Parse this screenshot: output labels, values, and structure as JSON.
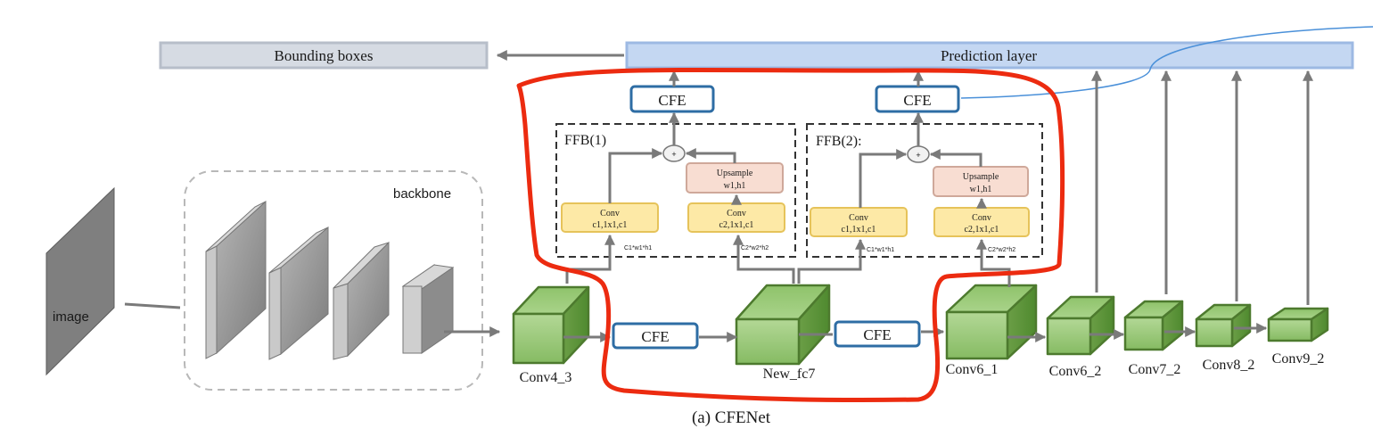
{
  "caption": "(a) CFENet",
  "input_label": "image",
  "backbone_label": "backbone",
  "bounding_boxes_label": "Bounding boxes",
  "prediction_layer_label": "Prediction layer",
  "cfe_label": "CFE",
  "ffb1": {
    "title": "FFB(1)",
    "conv_left": [
      "Conv",
      "c1,1x1,c1"
    ],
    "conv_right": [
      "Conv",
      "c2,1x1,c1"
    ],
    "upsample": [
      "Upsample",
      "w1,h1"
    ],
    "dim_left": "C1*w1*h1",
    "dim_right": "C2*w2*h2",
    "plus": "+"
  },
  "ffb2": {
    "title": "FFB(2):",
    "conv_left": [
      "Conv",
      "c1,1x1,c1"
    ],
    "conv_right": [
      "Conv",
      "c2,1x1,c1"
    ],
    "upsample": [
      "Upsample",
      "w1,h1"
    ],
    "dim_left": "C1*w1*h1",
    "dim_right": "C2*w2*h2",
    "plus": "+"
  },
  "layers": [
    "Conv4_3",
    "New_fc7",
    "Conv6_1",
    "Conv6_2",
    "Conv7_2",
    "Conv8_2",
    "Conv9_2"
  ],
  "colors": {
    "cube_front": "#93c572",
    "cube_edge": "#4d7a2e",
    "cfe_border": "#2e6da4",
    "conv_fill": "#fde9a6",
    "conv_border": "#e6c35a",
    "upsample_fill": "#f8ddd2",
    "upsample_border": "#cfa89a",
    "prediction_fill": "#c4d7f2",
    "bbox_fill": "#d6dbe3",
    "highlight": "#ec2b10",
    "arrow": "#7a7a7a"
  }
}
